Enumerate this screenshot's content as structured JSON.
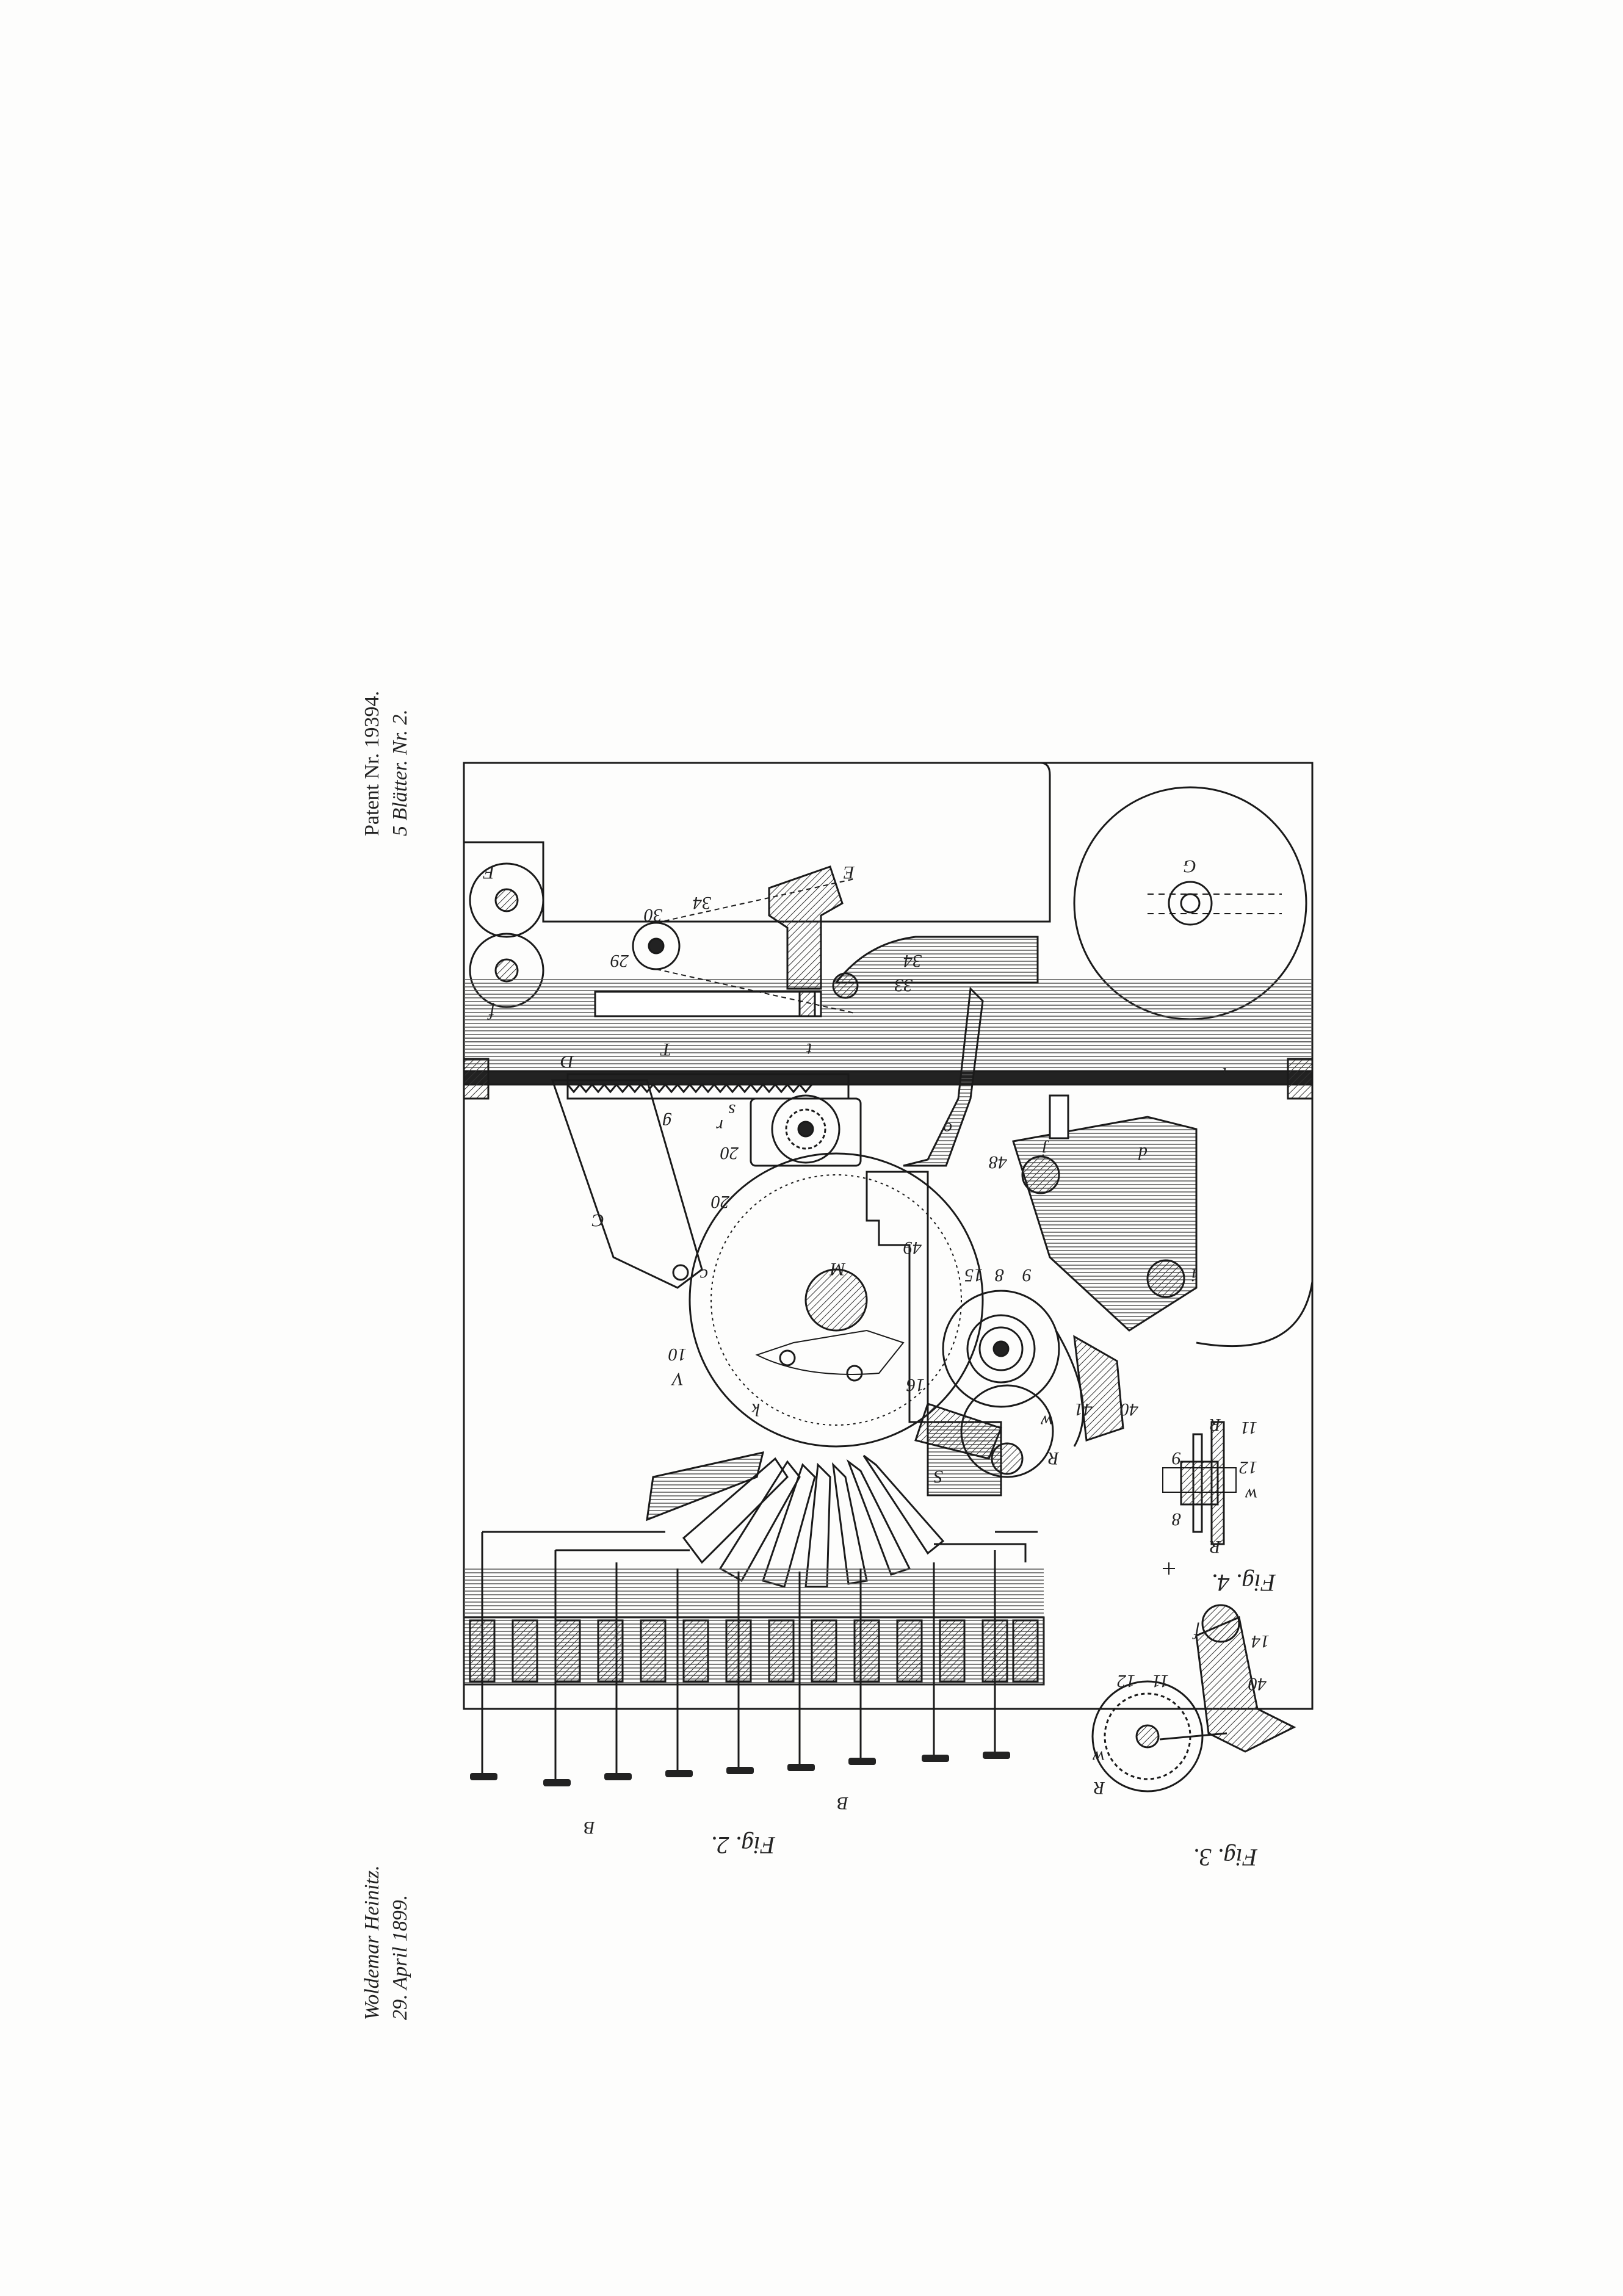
{
  "header": {
    "patent": "Patent Nr. 19394.",
    "sheets": "5 Blätter. Nr. 2.",
    "inventor": "Woldemar Heinitz.",
    "date": "29. April 1899."
  },
  "figures": {
    "fig2": "Fig. 2.",
    "fig3": "Fig. 3.",
    "fig4": "Fig. 4."
  },
  "labels": {
    "F_top": "F",
    "f_top": "f",
    "E": "E",
    "n30": "30",
    "n34a": "34",
    "n34b": "34",
    "n29": "29",
    "n33": "33",
    "T": "T",
    "t": "t",
    "G": "G",
    "D": "D",
    "l": "l",
    "o": "o",
    "g": "g",
    "s": "s",
    "r": "r",
    "n20a": "20",
    "n20b": "20",
    "n48": "48",
    "n49": "49",
    "C": "C",
    "M": "M",
    "V": "V",
    "n10": "10",
    "n16": "16",
    "n15": "15",
    "n8": "8",
    "n9": "9",
    "n41": "41",
    "n40": "40",
    "i": "i",
    "j": "j",
    "c": "c",
    "d": "d",
    "R": "R",
    "w": "w",
    "S": "S",
    "k": "k",
    "B1": "B",
    "B2": "B",
    "f3": "f",
    "n14": "14",
    "n40b": "40",
    "n11": "11",
    "n12": "12",
    "R3": "R",
    "w3": "w",
    "n11b": "11",
    "n12b": "12",
    "R4": "R",
    "n9b": "9",
    "n8b": "8",
    "w4": "w",
    "R4b": "R"
  }
}
